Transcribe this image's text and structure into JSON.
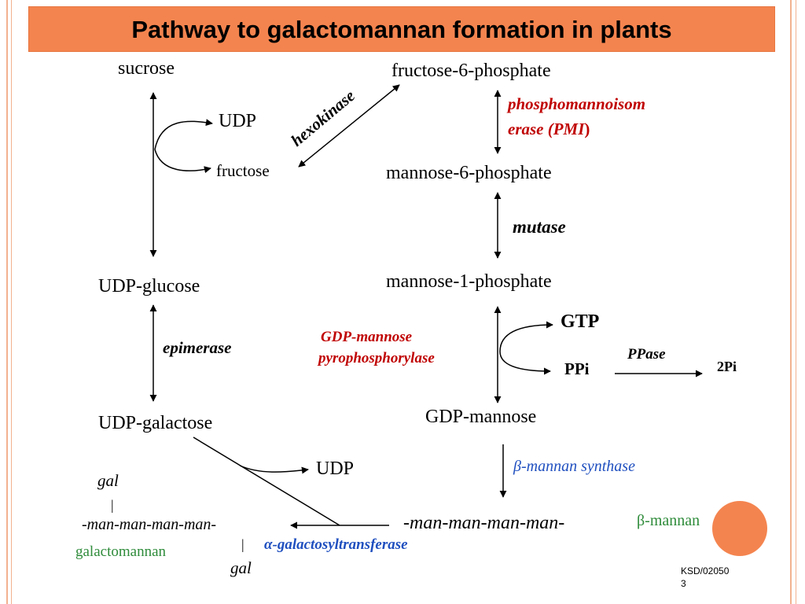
{
  "title": "Pathway to galactomannan formation in plants",
  "compounds": {
    "sucrose": "sucrose",
    "udp_top": "UDP",
    "fructose": "fructose",
    "udp_glucose": "UDP-glucose",
    "udp_galactose": "UDP-galactose",
    "udp_bottom": "UDP",
    "fructose_6_phosphate": "fructose-6-phosphate",
    "mannose_6_phosphate": "mannose-6-phosphate",
    "mannose_1_phosphate": "mannose-1-phosphate",
    "gtp": "GTP",
    "ppi": "PPi",
    "two_pi": "2Pi",
    "gdp_mannose": "GDP-mannose",
    "beta_mannan_chain": "-man-man-man-man-",
    "beta_mannan": "β-mannan",
    "gal_top": "gal",
    "gal_bar_top": "|",
    "galactomannan_chain": "-man-man-man-man-",
    "galactomannan": "galactomannan",
    "gal_bar_bottom": "|",
    "gal_bottom": "gal"
  },
  "enzymes": {
    "hexokinase": "hexokinase",
    "pmi_line1": "phosphomannoisom",
    "pmi_line2a": "erase (",
    "pmi_line2b": "PMI",
    "pmi_line2c": ")",
    "mutase": "mutase",
    "epimerase": "epimerase",
    "gdp_ppase_line1": "GDP-mannose",
    "gdp_ppase_line2": "pyrophosphorylase",
    "ppase": "PPase",
    "beta_mannan_synthase": "β-mannan synthase",
    "alpha_gal_transferase": "α-galactosyltransferase"
  },
  "footer": {
    "code_line1": "KSD/02050",
    "code_line2": "3"
  },
  "colors": {
    "title_bg": "#f4844f",
    "border": "#f2b28f",
    "enzyme_red": "#c00000",
    "enzyme_blue": "#1f4fbf",
    "product_green": "#2e8b3a"
  }
}
